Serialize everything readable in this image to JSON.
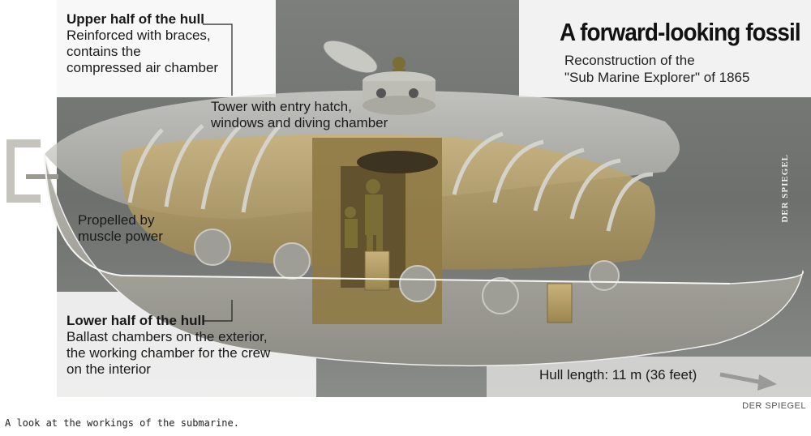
{
  "title": "A forward-looking fossil",
  "subtitle_line1": "Reconstruction of the",
  "subtitle_line2": "\"Sub Marine Explorer\" of 1865",
  "watermark": "DER SPIEGEL",
  "labels": {
    "upper_title": "Upper half of the hull",
    "upper_line1": "Reinforced with braces,",
    "upper_line2": "contains the",
    "upper_line3": "compressed air chamber",
    "tower_line1": "Tower with entry hatch,",
    "tower_line2": "windows and diving chamber",
    "propelled_line1": "Propelled by",
    "propelled_line2": "muscle power",
    "lower_title": "Lower half of the hull",
    "lower_line1": "Ballast chambers on the exterior,",
    "lower_line2": "the working chamber for the crew",
    "lower_line3": "on the interior",
    "hull_length": "Hull length: 11 m (36 feet)"
  },
  "credit": "DER SPIEGEL",
  "caption": "A look at the workings of the submarine."
}
